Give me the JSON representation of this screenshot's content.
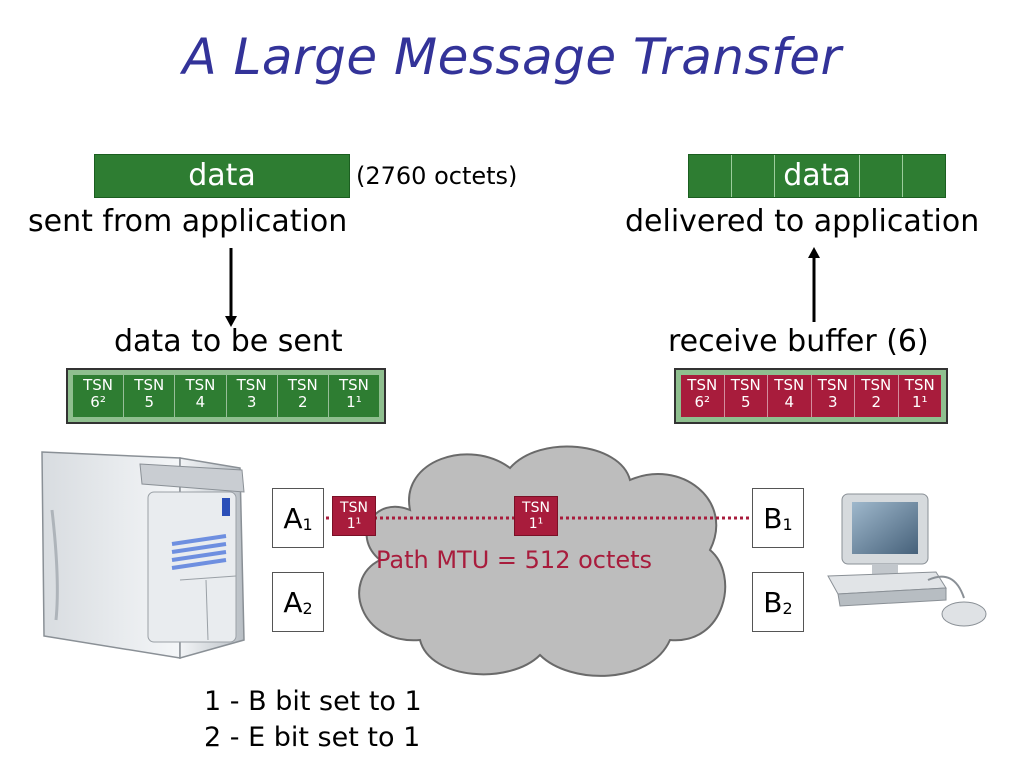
{
  "title": "A Large Message Transfer",
  "sender": {
    "data_label": "data",
    "octets_note": "(2760 octets)",
    "app_label": "sent from application",
    "queue_label": "data to be sent",
    "tsns": [
      {
        "top": "TSN",
        "bottom": "6²"
      },
      {
        "top": "TSN",
        "bottom": "5"
      },
      {
        "top": "TSN",
        "bottom": "4"
      },
      {
        "top": "TSN",
        "bottom": "3"
      },
      {
        "top": "TSN",
        "bottom": "2"
      },
      {
        "top": "TSN",
        "bottom": "1¹"
      }
    ]
  },
  "receiver": {
    "data_label": "data",
    "app_label": "delivered to application",
    "buffer_label": "receive buffer (6)",
    "tsns": [
      {
        "top": "TSN",
        "bottom": "6²"
      },
      {
        "top": "TSN",
        "bottom": "5"
      },
      {
        "top": "TSN",
        "bottom": "4"
      },
      {
        "top": "TSN",
        "bottom": "3"
      },
      {
        "top": "TSN",
        "bottom": "2"
      },
      {
        "top": "TSN",
        "bottom": "1¹"
      }
    ]
  },
  "network": {
    "a1": {
      "base": "A",
      "sub": "1"
    },
    "a2": {
      "base": "A",
      "sub": "2"
    },
    "b1": {
      "base": "B",
      "sub": "1"
    },
    "b2": {
      "base": "B",
      "sub": "2"
    },
    "packet1": {
      "top": "TSN",
      "bottom": "1¹"
    },
    "packet2": {
      "top": "TSN",
      "bottom": "1¹"
    },
    "mtu_label": "Path MTU = 512 octets"
  },
  "notes": [
    "1 - B bit set to 1",
    "2 - E bit set to 1"
  ],
  "colors": {
    "title": "#333399",
    "sender_green": "#2e7d32",
    "queue_border": "#8fbf8f",
    "receiver_red": "#a81c3c",
    "cloud": "#bdbdbd"
  }
}
